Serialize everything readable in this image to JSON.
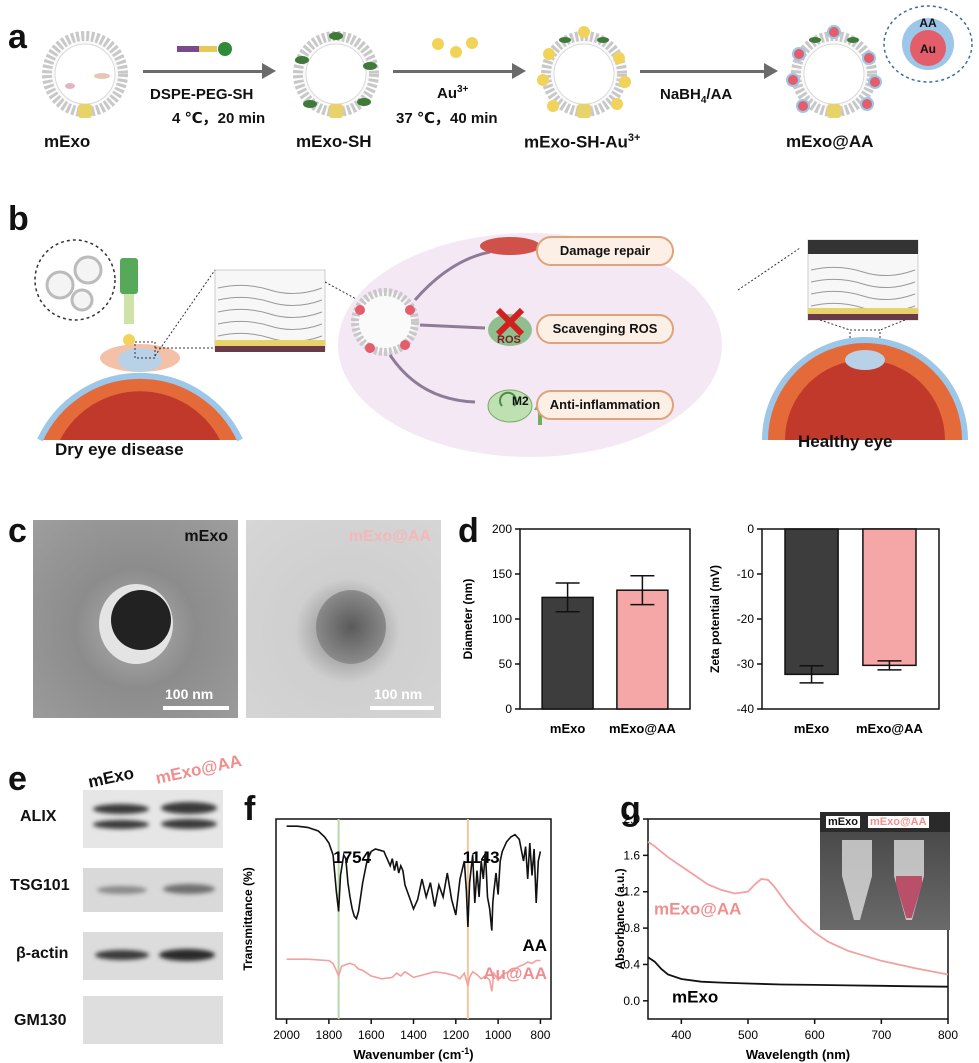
{
  "panel_labels": {
    "a": "a",
    "b": "b",
    "c": "c",
    "d": "d",
    "e": "e",
    "f": "f",
    "g": "g"
  },
  "panel_a": {
    "stages": [
      "mExo",
      "mExo-SH",
      "mExo-SH-Au",
      "mExo@AA"
    ],
    "stage3_superscript": "3+",
    "step1": {
      "label": "DSPE-PEG-SH",
      "condition": "4 ℃，20 min"
    },
    "step2": {
      "label": "Au",
      "superscript": "3+",
      "condition": "37 ℃，40 min"
    },
    "step3": {
      "label_pre": "NaBH",
      "label_sub": "4",
      "label_post": "/AA"
    },
    "inset": {
      "outer": "AA",
      "inner": "Au"
    }
  },
  "panel_b": {
    "left_caption": "Dry eye disease",
    "right_caption": "Healthy eye",
    "effects": [
      "Damage repair",
      "Scavenging ROS",
      "Anti-inflammation"
    ],
    "ros_label": "ROS",
    "m2_label": "M2"
  },
  "panel_c": {
    "images": [
      {
        "label": "mExo",
        "scale": "100 nm"
      },
      {
        "label": "mExo@AA",
        "scale": "100 nm"
      }
    ]
  },
  "panel_e": {
    "columns": [
      "mExo",
      "mExo@AA"
    ],
    "rows": [
      "ALIX",
      "TSG101",
      "β-actin",
      "GM130"
    ]
  },
  "colors": {
    "dark_bar": "#3d3d3d",
    "pink_bar": "#f5a7a7",
    "pink_text": "#f08e8e",
    "pink_line": "#f2a0a0"
  },
  "chart_data": [
    {
      "id": "d-left",
      "type": "bar",
      "categories": [
        "mExo",
        "mExo@AA"
      ],
      "values": [
        124,
        132
      ],
      "errors": [
        16,
        16
      ],
      "ylabel": "Diameter (nm)",
      "ylim": [
        0,
        200
      ],
      "yticks": [
        "0",
        "50",
        "100",
        "150",
        "200"
      ]
    },
    {
      "id": "d-right",
      "type": "bar",
      "categories": [
        "mExo",
        "mExo@AA"
      ],
      "values": [
        -32.3,
        -30.3
      ],
      "errors": [
        1.9,
        1.0
      ],
      "ylabel": "Zeta potential (mV)",
      "ylim": [
        -40,
        0
      ],
      "yticks": [
        "0",
        "-10",
        "-20",
        "-30",
        "-40"
      ]
    },
    {
      "id": "f",
      "type": "line",
      "xlabel": "Wavenumber (cm",
      "xlabel_sup": "-1",
      "xlabel_end": ")",
      "ylabel": "Transmittance (%)",
      "xlim": [
        2050,
        750
      ],
      "xticks": [
        "2000",
        "1800",
        "1600",
        "1400",
        "1200",
        "1000",
        "800"
      ],
      "annotations": [
        "1754",
        "1143"
      ],
      "series": [
        {
          "name": "AA",
          "x": [
            2000,
            1950,
            1900,
            1850,
            1820,
            1800,
            1780,
            1765,
            1754,
            1745,
            1730,
            1720,
            1710,
            1700,
            1690,
            1680,
            1670,
            1660,
            1640,
            1620,
            1600,
            1580,
            1560,
            1540,
            1510,
            1500,
            1490,
            1480,
            1470,
            1460,
            1450,
            1440,
            1420,
            1400,
            1380,
            1360,
            1340,
            1320,
            1300,
            1280,
            1260,
            1240,
            1220,
            1200,
            1180,
            1160,
            1150,
            1143,
            1135,
            1120,
            1110,
            1100,
            1090,
            1080,
            1070,
            1060,
            1050,
            1040,
            1030,
            1025,
            1020,
            1010,
            1000,
            990,
            980,
            960,
            940,
            920,
            900,
            880,
            870,
            860,
            850,
            840,
            830,
            820,
            810,
            800
          ],
          "y": [
            99,
            99,
            98,
            95,
            90,
            85,
            75,
            45,
            28,
            58,
            75,
            72,
            52,
            40,
            30,
            24,
            22,
            28,
            52,
            70,
            78,
            80,
            79,
            78,
            66,
            72,
            62,
            70,
            60,
            66,
            62,
            50,
            40,
            30,
            38,
            55,
            40,
            52,
            32,
            50,
            40,
            60,
            38,
            25,
            55,
            70,
            45,
            15,
            52,
            75,
            35,
            62,
            40,
            70,
            55,
            78,
            40,
            30,
            12,
            35,
            45,
            60,
            42,
            70,
            78,
            86,
            90,
            92,
            88,
            70,
            82,
            55,
            85,
            58,
            80,
            35,
            70,
            78
          ]
        },
        {
          "name": "Au@AA",
          "x": [
            2000,
            1900,
            1800,
            1780,
            1765,
            1754,
            1740,
            1720,
            1700,
            1680,
            1660,
            1640,
            1620,
            1600,
            1550,
            1500,
            1480,
            1460,
            1440,
            1420,
            1400,
            1350,
            1300,
            1250,
            1200,
            1180,
            1160,
            1150,
            1143,
            1135,
            1120,
            1100,
            1080,
            1060,
            1040,
            1030,
            1020,
            1000,
            980,
            950,
            920,
            900,
            880,
            860,
            840,
            820,
            800
          ],
          "y": [
            7,
            7,
            6,
            4,
            -1,
            -5,
            2,
            3,
            4,
            3,
            0,
            -1,
            -3,
            -5,
            -7,
            -6,
            -3,
            -5,
            -2,
            -4,
            -6,
            -4,
            -2,
            -3,
            -5,
            -7,
            -3,
            -8,
            -12,
            -6,
            -2,
            -4,
            -7,
            -5,
            -8,
            -16,
            -3,
            -8,
            -4,
            -2,
            0,
            2,
            3,
            5,
            4,
            6,
            6
          ]
        }
      ]
    },
    {
      "id": "g",
      "type": "line",
      "xlabel": "Wavelength (nm)",
      "ylabel": "Absorbance (a.u.)",
      "xlim": [
        350,
        800
      ],
      "ylim": [
        -0.2,
        2.0
      ],
      "xticks": [
        "400",
        "500",
        "600",
        "700",
        "800"
      ],
      "yticks": [
        "0.0",
        "0.4",
        "0.8",
        "1.2",
        "1.6",
        "2.0"
      ],
      "inset_labels": [
        "mExo",
        "mExo@AA"
      ],
      "series": [
        {
          "name": "mExo@AA",
          "x": [
            350,
            360,
            380,
            400,
            420,
            440,
            460,
            480,
            500,
            510,
            520,
            530,
            540,
            560,
            580,
            600,
            620,
            650,
            700,
            750,
            800
          ],
          "y": [
            1.75,
            1.7,
            1.58,
            1.48,
            1.38,
            1.28,
            1.22,
            1.18,
            1.2,
            1.28,
            1.34,
            1.33,
            1.25,
            1.05,
            0.88,
            0.75,
            0.65,
            0.55,
            0.44,
            0.36,
            0.29
          ]
        },
        {
          "name": "mExo",
          "x": [
            350,
            360,
            370,
            380,
            400,
            430,
            460,
            500,
            550,
            600,
            650,
            700,
            750,
            800
          ],
          "y": [
            0.48,
            0.43,
            0.35,
            0.29,
            0.24,
            0.21,
            0.2,
            0.19,
            0.18,
            0.175,
            0.17,
            0.165,
            0.16,
            0.155
          ]
        }
      ]
    }
  ]
}
